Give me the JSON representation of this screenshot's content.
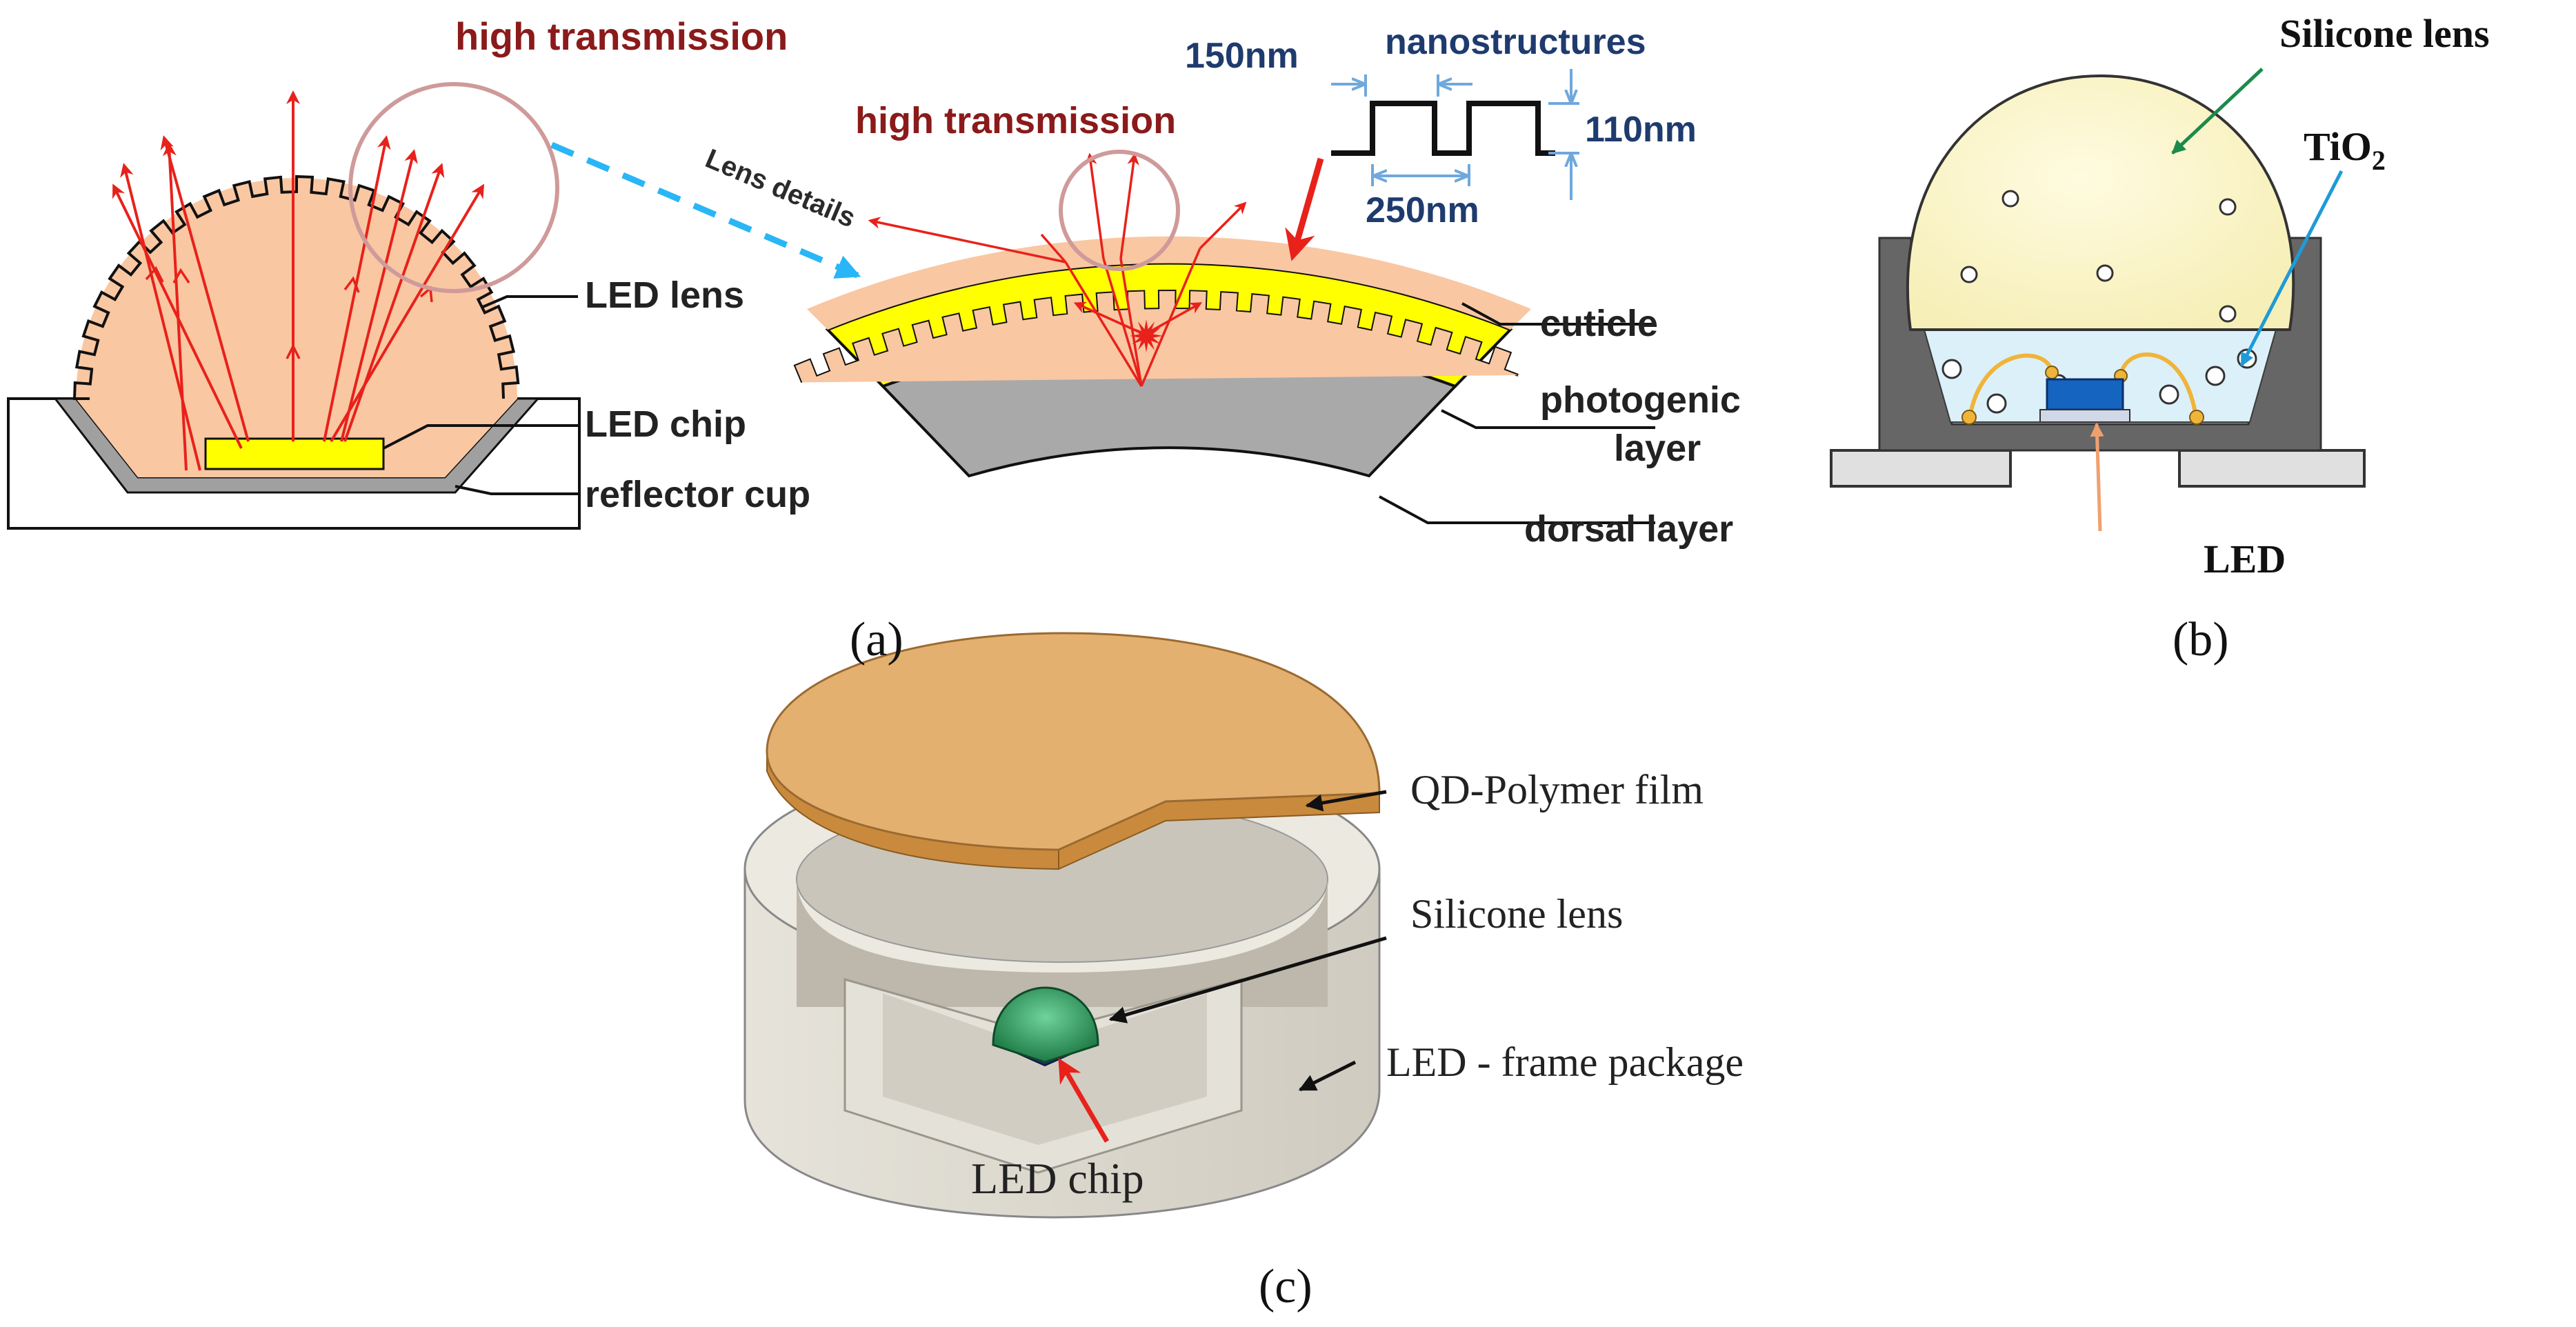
{
  "panel_a": {
    "label": "(a)",
    "high_transmission_left": "high transmission",
    "high_transmission_right": "high transmission",
    "lens_details": "Lens details",
    "led_lens": "LED lens",
    "led_chip": "LED chip",
    "reflector_cup": "reflector cup",
    "dim_150": "150nm",
    "nanostructures": "nanostructures",
    "dim_110": "110nm",
    "dim_250": "250nm",
    "cuticle": "cuticle",
    "photogenic_1": "photogenic",
    "photogenic_2": "layer",
    "dorsal_layer": "dorsal layer"
  },
  "panel_b": {
    "label": "(b)",
    "silicone_lens": "Silicone lens",
    "tio2_base": "TiO",
    "tio2_sub": "2",
    "led": "LED"
  },
  "panel_c": {
    "label": "(c)",
    "qd_film": "QD-Polymer film",
    "silicone_lens": "Silicone lens",
    "frame_package": "LED - frame package",
    "led_chip": "LED chip"
  },
  "colors": {
    "lens_peach": "#f9c7a2",
    "chip_yellow": "#ffff00",
    "ray_red": "#e8211b",
    "dark_red_text": "#8b1a1a",
    "navy_text": "#1f3b6e",
    "dim_blue": "#6fa8dc",
    "dashed_cyan": "#29b6f6",
    "reflector_gray": "#a0a0a0",
    "dorsal_gray": "#a9a9a9",
    "b_dome": "#fbf6c8",
    "b_housing": "#666666",
    "b_led_blue": "#1565c0",
    "c_film": "#e3b070",
    "c_frame": "#d6d3c9",
    "c_lens_green": "#2e8b57"
  }
}
